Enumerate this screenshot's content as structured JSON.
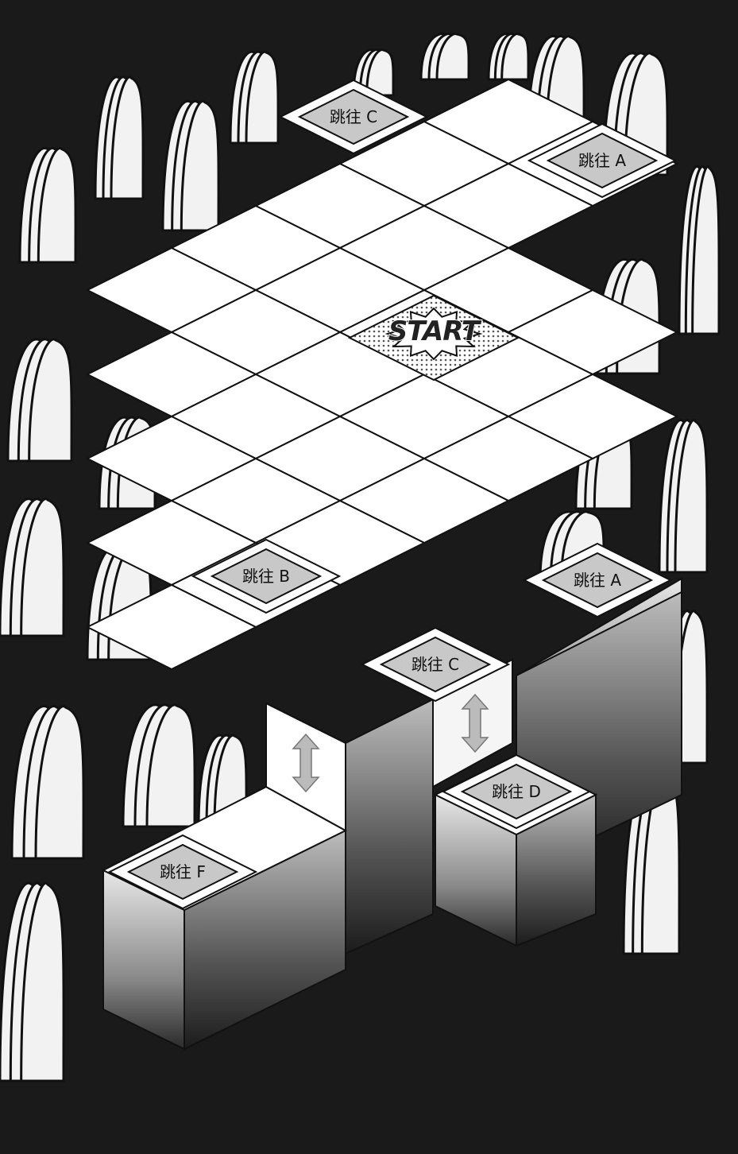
{
  "start_label": "START",
  "jump_tiles": [
    {
      "id": "jump-c-top",
      "label": "跳往 C"
    },
    {
      "id": "jump-a-top",
      "label": "跳往 A"
    },
    {
      "id": "jump-b",
      "label": "跳往 B"
    },
    {
      "id": "jump-a-mid",
      "label": "跳往 A"
    },
    {
      "id": "jump-c-mid",
      "label": "跳往 C"
    },
    {
      "id": "jump-d",
      "label": "跳往 D"
    },
    {
      "id": "jump-f",
      "label": "跳往 F"
    }
  ],
  "colors": {
    "background": "#1a1a1a",
    "tile": "#ffffff",
    "jump_tile": "#c8c8c8",
    "rock": "#f2f2f2",
    "ink": "#111111"
  }
}
